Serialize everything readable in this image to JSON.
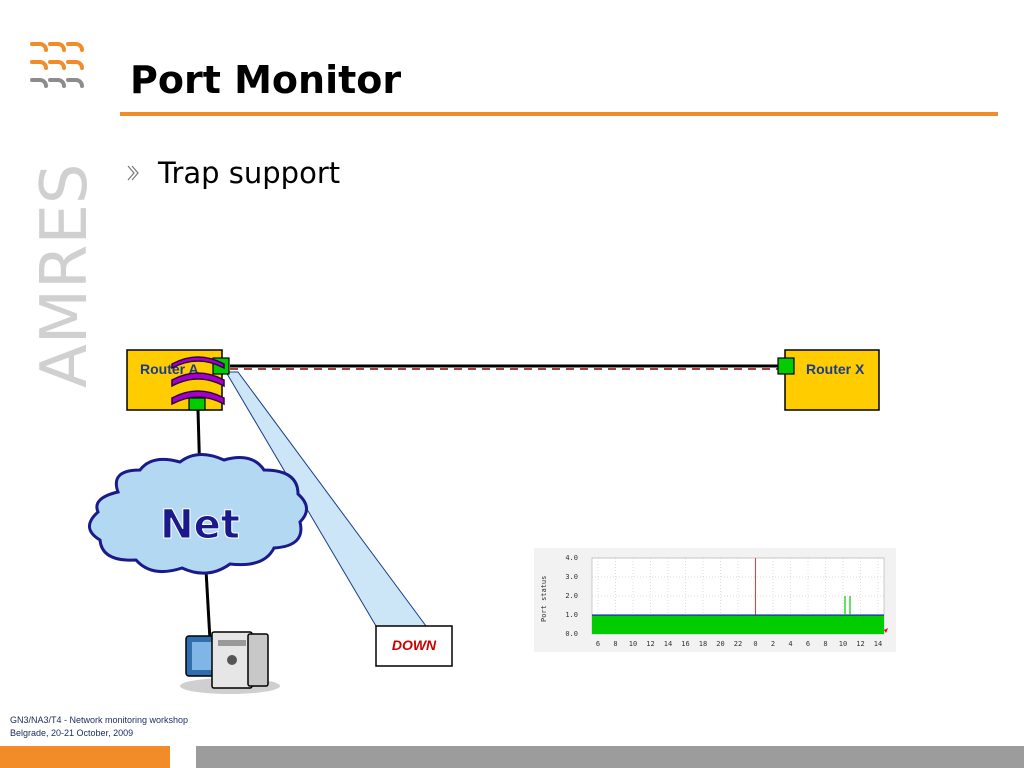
{
  "slide": {
    "title": "Port Monitor",
    "bullets": [
      "Trap support"
    ],
    "side_brand": "AMRES"
  },
  "diagram": {
    "router_a_label": "Router A",
    "router_x_label": "Router X",
    "net_label": "Net",
    "callout_label": "DOWN"
  },
  "graph": {
    "ylabel": "Port status",
    "y_ticks": [
      "4.0",
      "3.0",
      "2.0",
      "1.0",
      "0.0"
    ],
    "x_ticks": [
      "6",
      "8",
      "10",
      "12",
      "14",
      "16",
      "18",
      "20",
      "22",
      "0",
      "2",
      "4",
      "6",
      "8",
      "10",
      "12",
      "14"
    ]
  },
  "chart_data": {
    "type": "area",
    "title": "",
    "xlabel": "",
    "ylabel": "Port status",
    "ylim": [
      0,
      4
    ],
    "x_tick_labels": [
      "6",
      "8",
      "10",
      "12",
      "14",
      "16",
      "18",
      "20",
      "22",
      "0",
      "2",
      "4",
      "6",
      "8",
      "10",
      "12",
      "14"
    ],
    "series": [
      {
        "values": [
          1,
          1,
          1,
          1,
          1,
          1,
          1,
          1,
          1,
          1,
          1,
          1,
          1,
          1,
          1,
          1,
          1
        ]
      }
    ],
    "spikes": [
      {
        "x": "10.5",
        "value": 2
      },
      {
        "x": "11",
        "value": 2
      }
    ],
    "grid": true,
    "colors": {
      "fill": "#00cc00",
      "line": "#0000cc",
      "marker": "#ff0000"
    }
  },
  "footer": {
    "line1": "GN3/NA3/T4 - Network monitoring workshop",
    "line2": "Belgrade, 20-21 October, 2009"
  },
  "colors": {
    "accent": "#F28C28",
    "router_fill": "#FFCC00",
    "port_green": "#00cc00",
    "cloud_fill": "#b3d9f2",
    "cloud_stroke": "#1a1a8c",
    "bottom_gray": "#9c9c9c"
  },
  "icons": [
    "amres-logo-icon",
    "bullet-arrow-icon",
    "router-tunnel-icon",
    "computer-server-icon"
  ]
}
